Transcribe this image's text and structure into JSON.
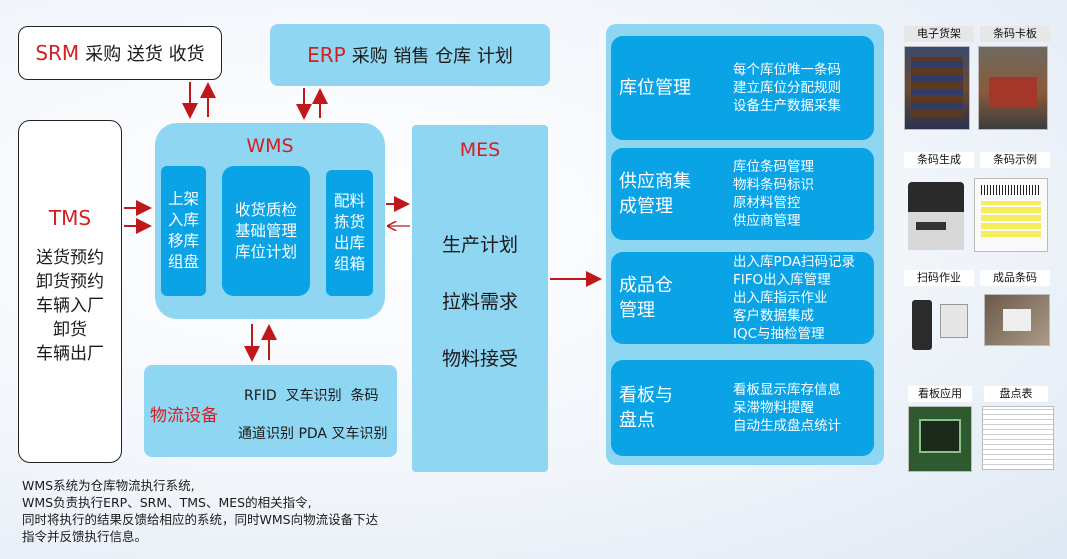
{
  "srm": {
    "prefix": "SRM",
    "items": "采购 送货 收货"
  },
  "erp": {
    "prefix": "ERP",
    "items": "采购 销售 仓库 计划"
  },
  "tms": {
    "title": "TMS",
    "items": [
      "送货预约",
      "卸货预约",
      "车辆入厂",
      "卸货",
      "车辆出厂"
    ]
  },
  "wms": {
    "title": "WMS",
    "col1": [
      "上架",
      "入库",
      "移库",
      "组盘"
    ],
    "col2": [
      "收货质检",
      "基础管理",
      "库位计划"
    ],
    "col3": [
      "配料",
      "拣货",
      "出库",
      "组箱"
    ]
  },
  "mes": {
    "title": "MES",
    "items": [
      "生产计划",
      "拉料需求",
      "物料接受"
    ]
  },
  "logistics": {
    "title": "物流设备",
    "row1": "RFID  叉车识别  条码",
    "row2": "通道识别 PDA 叉车识别"
  },
  "modules": [
    {
      "title": [
        "库位管理"
      ],
      "details": [
        "每个库位唯一条码",
        "建立库位分配规则",
        "设备生产数据采集"
      ]
    },
    {
      "title": [
        "供应商集",
        "成管理"
      ],
      "details": [
        "库位条码管理",
        "物料条码标识",
        "原材料管控",
        "供应商管理"
      ]
    },
    {
      "title": [
        "成品仓",
        "管理"
      ],
      "details": [
        "出入库PDA扫码记录",
        "FIFO出入库管理",
        "出入库指示作业",
        "客户数据集成",
        "IQC与抽检管理"
      ]
    },
    {
      "title": [
        "看板与",
        "盘点"
      ],
      "details": [
        "看板显示库存信息",
        "呆滞物料提醒",
        "自动生成盘点统计"
      ]
    }
  ],
  "thumbnails": [
    "电子货架",
    "条码卡板",
    "条码生成",
    "条码示例",
    "扫码作业",
    "成品条码",
    "看板应用",
    "盘点表"
  ],
  "note": [
    "WMS系统为仓库物流执行系统,",
    "WMS负责执行ERP、SRM、TMS、MES的相关指令,",
    "同时将执行的结果反馈给相应的系统，同时WMS向物流设备下达",
    "指令并反馈执行信息。"
  ],
  "colors": {
    "arrow": "#c0171a",
    "panel": "#8fd6f2",
    "block": "#0aa4e6",
    "title_red": "#d42020"
  }
}
